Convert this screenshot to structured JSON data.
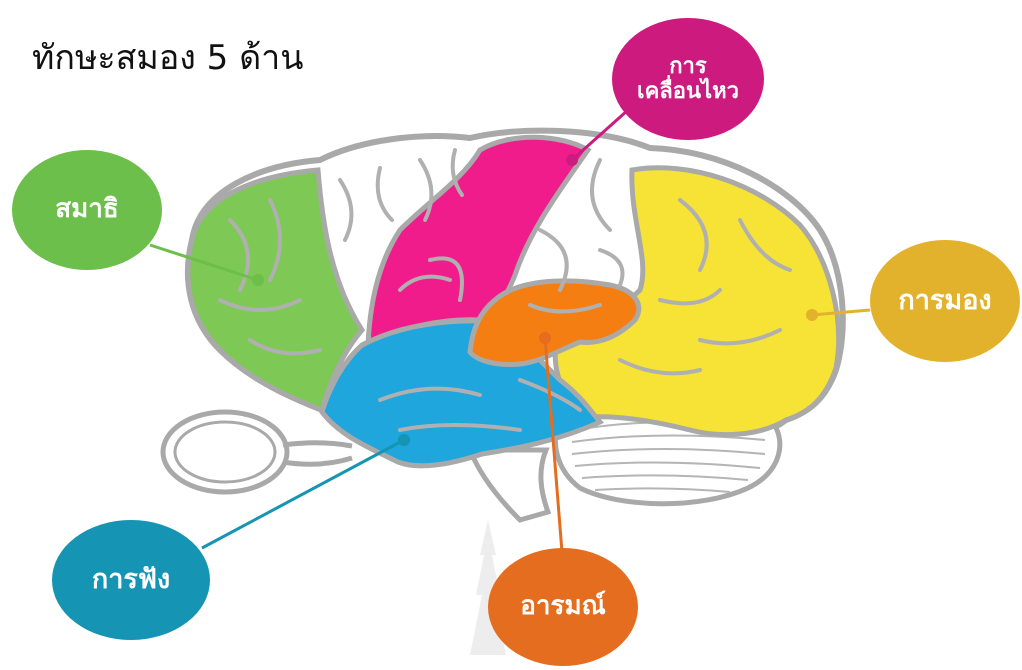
{
  "title": "ทักษะสมอง 5 ด้าน",
  "regions": {
    "attention": {
      "label": "สมาธิ",
      "color": "#6cbf4a"
    },
    "movement": {
      "label_line1": "การ",
      "label_line2": "เคลื่อนไหว",
      "color": "#cc1a7f"
    },
    "vision": {
      "label": "การมอง",
      "color": "#e3b22c"
    },
    "hearing": {
      "label": "การฟัง",
      "color": "#1595b3"
    },
    "emotion": {
      "label": "อารมณ์",
      "color": "#e46d1f"
    }
  },
  "brain_colors": {
    "frontal": "#7ec855",
    "motor": "#f01c8c",
    "occipital": "#f6e335",
    "temporal": "#1fa6dc",
    "limbic": "#f57e12",
    "outline": "#a9a9a9"
  }
}
